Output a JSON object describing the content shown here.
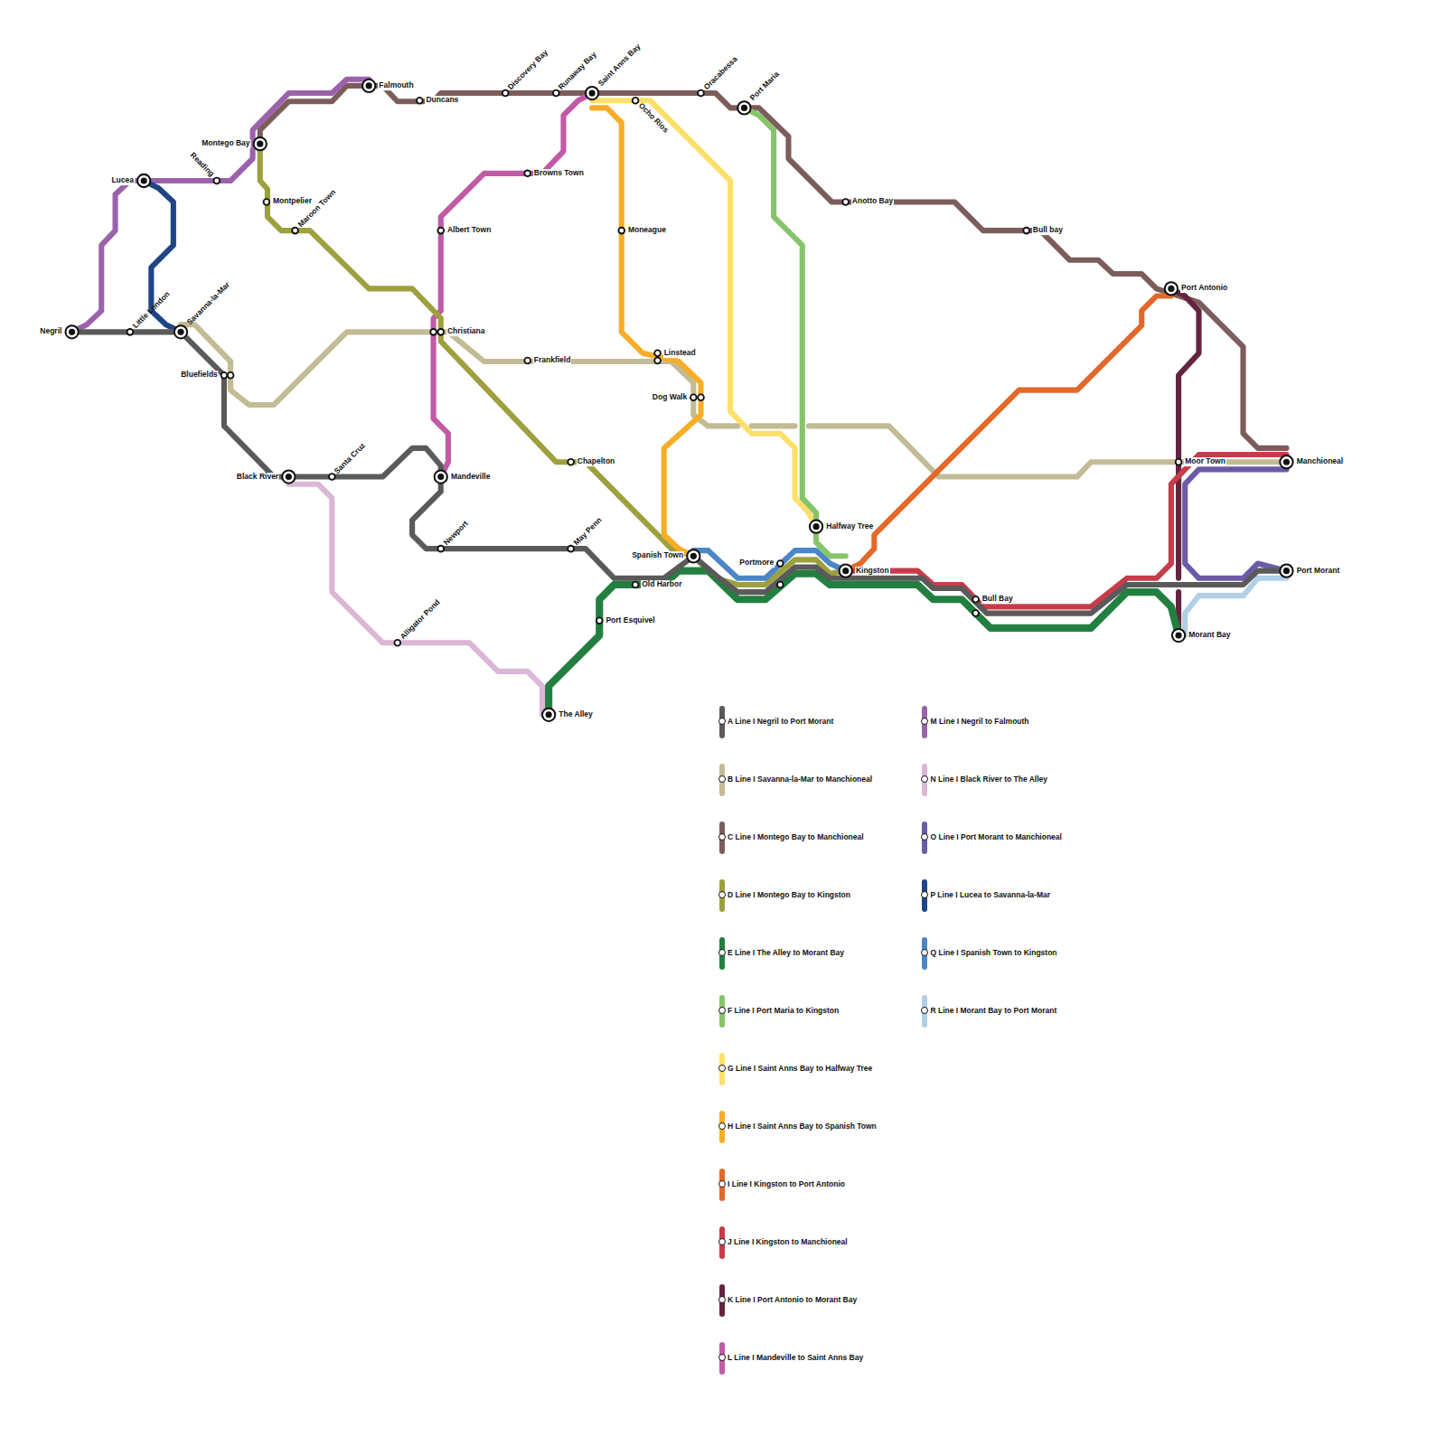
{
  "diagram": {
    "labels": [
      "Falmouth",
      "Duncans",
      "Discovery Bay",
      "Runaway Bay",
      "Saint Anns Bay",
      "Oracabessa",
      "Ocho Rios",
      "Port Maria",
      "Montego Bay",
      "Reading",
      "Lucea",
      "Browns Town",
      "Montpelier",
      "Anotto Bay",
      "Maroon Town",
      "Albert Town",
      "Moneague",
      "Bull bay",
      "Port Antonio",
      "Little London",
      "Savanna-la-Mar",
      "Negril",
      "Christiana",
      "Linstead",
      "Frankfield",
      "Bluefields",
      "Dog Walk",
      "Chapelton",
      "Moor Town",
      "Manchioneal",
      "Black River",
      "Santa Cruz",
      "Mandeville",
      "Halfway Tree",
      "Newport",
      "May Penn",
      "Spanish Town",
      "Portmore",
      "Kingston",
      "Port Morant",
      "Old Harbor",
      "Bull Bay",
      "Port Esquivel",
      "Alligator Pond",
      "Morant Bay",
      "The Alley"
    ],
    "legend": [
      {
        "text": "A Line I Negril to Port Morant",
        "color": "#5a5a5a"
      },
      {
        "text": "B Line I Savanna-la-Mar to Manchioneal",
        "color": "#c2bb94"
      },
      {
        "text": "C Line I Montego Bay to Manchioneal",
        "color": "#7d5c5c"
      },
      {
        "text": "D Line I Montego Bay to Kingston",
        "color": "#9ea03e"
      },
      {
        "text": "E Line I The Alley to Morant Bay",
        "color": "#237f40"
      },
      {
        "text": "F Line I Port Maria to Kingston",
        "color": "#86c46a"
      },
      {
        "text": "G Line I Saint Anns Bay to Halfway Tree",
        "color": "#fce06a"
      },
      {
        "text": "H Line I Saint Anns Bay to Spanish Town",
        "color": "#f7ad27"
      },
      {
        "text": "I Line I Kingston to Port Antonio",
        "color": "#e2692a"
      },
      {
        "text": "J Line I Kingston to Manchioneal",
        "color": "#c73c4a"
      },
      {
        "text": "K Line I Port Antonio to Morant Bay",
        "color": "#642440"
      },
      {
        "text": "L Line I Mandeville to Saint Anns Bay",
        "color": "#c05aa6"
      },
      {
        "text": "M Line I Negril to Falmouth",
        "color": "#9b62ab"
      },
      {
        "text": "N Line I Black River to The Alley",
        "color": "#dbb6d6"
      },
      {
        "text": "O Line I Port Morant to Manchioneal",
        "color": "#6c5aa8"
      },
      {
        "text": "P Line I Lucea to Savanna-la-Mar",
        "color": "#1f4585"
      },
      {
        "text": "Q Line I Spanish Town to Kingston",
        "color": "#4d86c6"
      },
      {
        "text": "R Line I Morant Bay to Port Morant",
        "color": "#afd0e8"
      }
    ]
  }
}
